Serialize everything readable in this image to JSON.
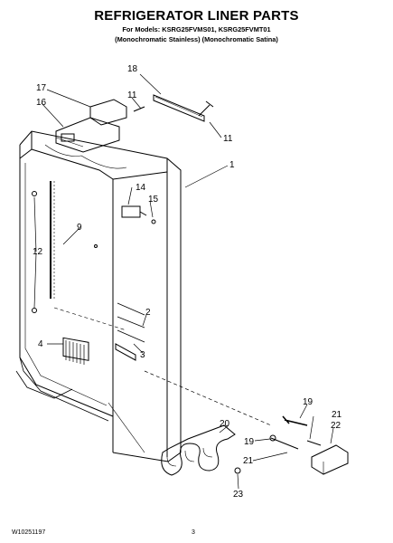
{
  "header": {
    "title": "REFRIGERATOR LINER PARTS",
    "models_line": "For Models: KSRG25FVMS01, KSRG25FVMT01",
    "finish_line": "(Monochromatic Stainless)  (Monochromatic Satina)"
  },
  "callouts": [
    "18",
    "17",
    "11",
    "16",
    "11",
    "1",
    "14",
    "15",
    "9",
    "12",
    "2",
    "4",
    "3",
    "19",
    "21",
    "22",
    "20",
    "19",
    "21",
    "23"
  ],
  "footer": {
    "doc_number": "W10251197",
    "page_number": "3"
  }
}
